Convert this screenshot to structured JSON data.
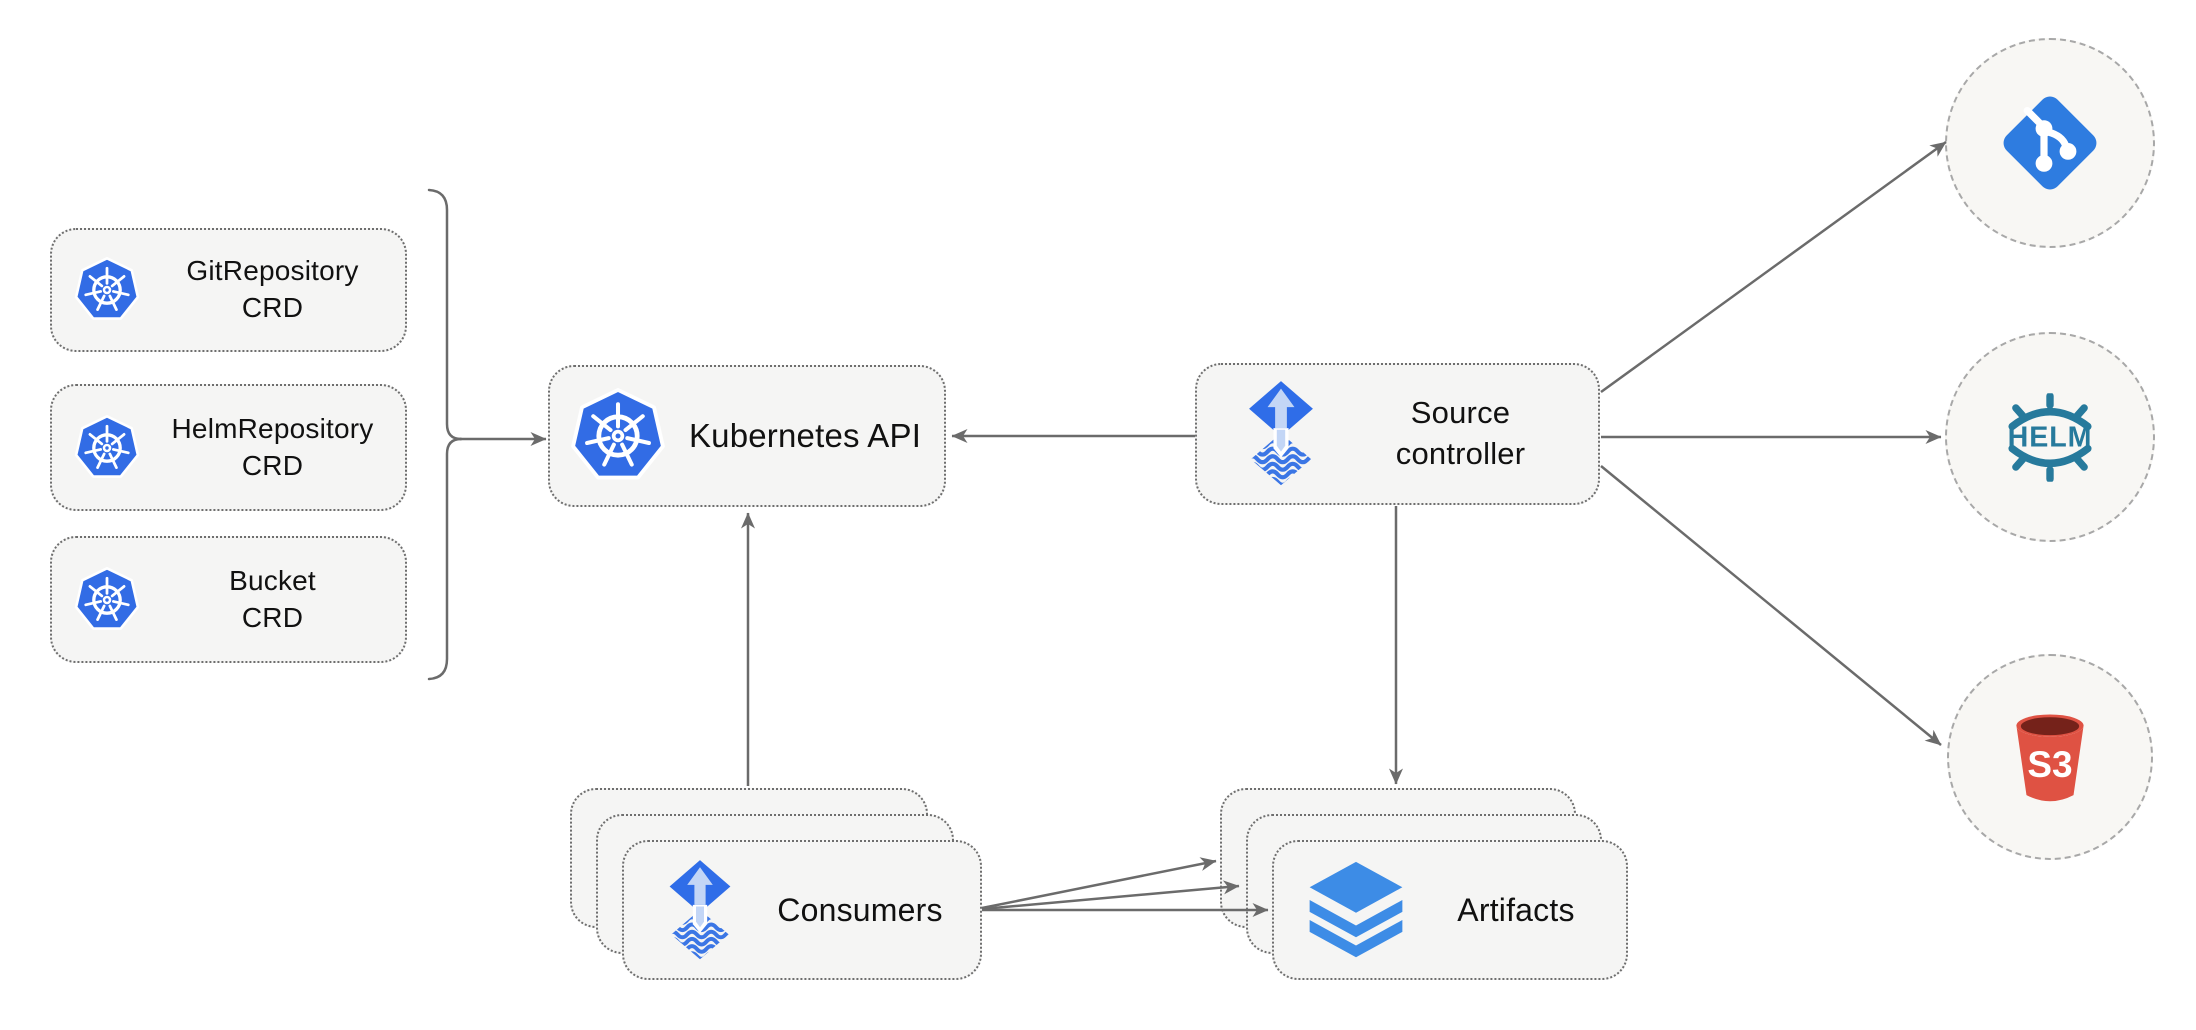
{
  "diagram": {
    "nodes": {
      "crds": [
        {
          "title": "GitRepository",
          "subtitle": "CRD",
          "icon": "kubernetes-icon"
        },
        {
          "title": "HelmRepository",
          "subtitle": "CRD",
          "icon": "kubernetes-icon"
        },
        {
          "title": "Bucket",
          "subtitle": "CRD",
          "icon": "kubernetes-icon"
        }
      ],
      "kubernetes_api": {
        "label": "Kubernetes API",
        "icon": "kubernetes-icon"
      },
      "source_controller": {
        "title": "Source",
        "subtitle": "controller",
        "icon": "flux-icon"
      },
      "consumers": {
        "label": "Consumers",
        "icon": "flux-icon",
        "stacked": 3
      },
      "artifacts": {
        "label": "Artifacts",
        "icon": "layers-icon",
        "stacked": 3
      },
      "git": {
        "icon": "git-icon"
      },
      "helm": {
        "icon": "helm-icon",
        "label": "HELM"
      },
      "s3": {
        "icon": "s3-bucket-icon",
        "label": "S3"
      }
    },
    "edges": [
      {
        "from": "crds",
        "to": "kubernetes_api",
        "via": "bracket",
        "arrow": true
      },
      {
        "from": "source_controller",
        "to": "kubernetes_api",
        "arrow": true
      },
      {
        "from": "consumers",
        "to": "kubernetes_api",
        "arrow": true
      },
      {
        "from": "source_controller",
        "to": "artifacts",
        "arrow": true
      },
      {
        "from": "consumers",
        "to": "artifacts",
        "arrow": true,
        "count": 3
      },
      {
        "from": "source_controller",
        "to": "git",
        "arrow": true
      },
      {
        "from": "source_controller",
        "to": "helm",
        "arrow": true
      },
      {
        "from": "source_controller",
        "to": "s3",
        "arrow": true
      }
    ],
    "colors": {
      "kubernetes_blue": "#326CE5",
      "flux_blue": "#2F6DE8",
      "flux_light_arrow": "#C3D6F6",
      "flux_wave_blue": "#3B76E5",
      "git_blue": "#2E7CE0",
      "helm_teal": "#277A9C",
      "s3_red": "#DF5243",
      "s3_dark_red": "#75221A",
      "layers_blue": "#3D8CE6",
      "arrow_gray": "#6B6B6B",
      "box_fill": "#F5F5F4",
      "box_border": "#6E6E6E",
      "circle_fill": "#F8F7F4",
      "circle_border": "#A8A8A8",
      "text": "#111111"
    }
  }
}
